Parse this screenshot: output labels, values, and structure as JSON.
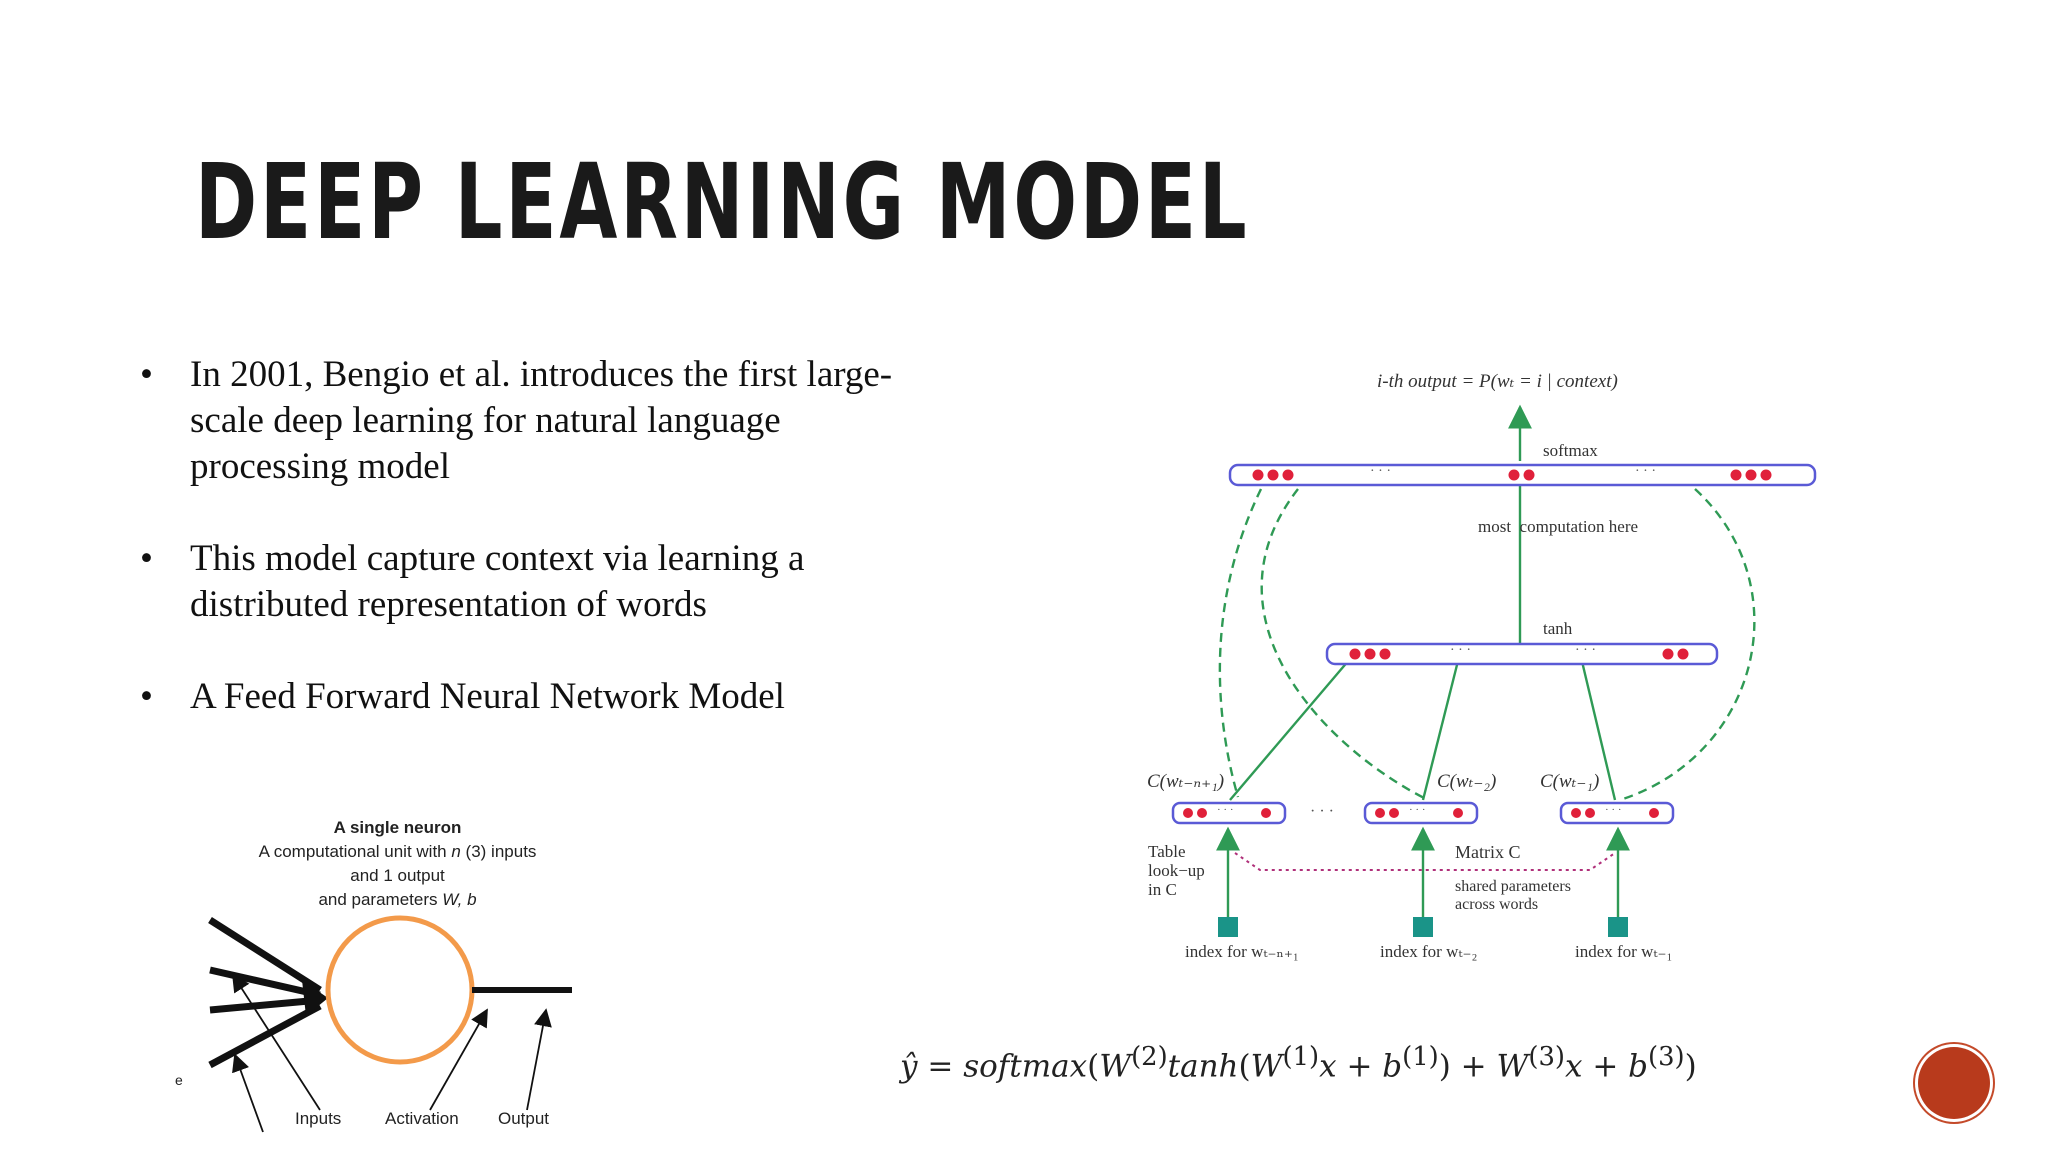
{
  "slide": {
    "title": "DEEP LEARNING MODEL",
    "bullet_char": "•",
    "bullets": [
      "In 2001, Bengio et al. introduces the first large-scale deep learning for natural language processing model",
      "This model capture context via learning a distributed representation of words",
      "A Feed Forward Neural Network Model"
    ]
  },
  "neuron_figure": {
    "title": "A single neuron",
    "caption_prefix": "A computational unit with ",
    "caption_n": "n",
    "caption_mid": " (3) inputs",
    "caption_line2": "and 1 output",
    "caption_line3_prefix": "and parameters ",
    "caption_params": "W, b",
    "stray_char": "e",
    "label_inputs": "Inputs",
    "label_activation": "Activation",
    "label_output": "Output",
    "circle_color": "#f39a4a"
  },
  "nn_diagram": {
    "output_label": "i-th output = P(wₜ = i | context)",
    "softmax_label": "softmax",
    "most_comp_label": "most  computation here",
    "tanh_label": "tanh",
    "dots": "· · ·",
    "c_labels": [
      "C(wₜ₋ₙ₊₁)",
      "C(wₜ₋₂)",
      "C(wₜ₋₁)"
    ],
    "table_lookup": [
      "Table",
      "look−up",
      "in C"
    ],
    "matrix_label": "Matrix C",
    "shared_params": [
      "shared parameters",
      "across words"
    ],
    "index_labels": [
      "index for wₜ₋ₙ₊₁",
      "index for wₜ₋₂",
      "index for wₜ₋₁"
    ],
    "colors": {
      "layer_border": "#5a5ad6",
      "neuron": "#e0203a",
      "arrow": "#2f9a55",
      "index_box": "#1a9488",
      "shared": "#b0307a"
    }
  },
  "formula": {
    "yhat": "ŷ",
    "eq": " = ",
    "softmax": "softmax",
    "W": "W",
    "sup2": "(2)",
    "tanh": "tanh",
    "sup1": "(1)",
    "x": "x",
    "b": "b",
    "sup3": "(3)"
  },
  "colors": {
    "badge": "#b83a1c"
  }
}
